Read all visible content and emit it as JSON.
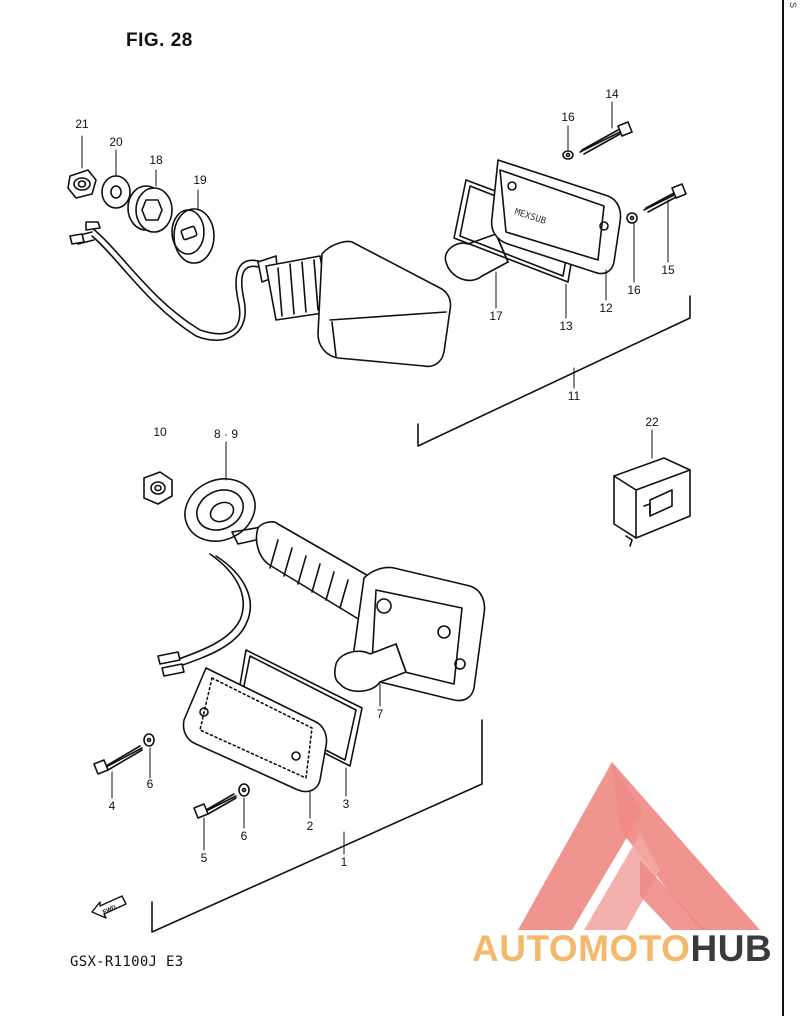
{
  "figure": {
    "title": "FIG. 28",
    "model": "GSX-R1100J  E3"
  },
  "fwd_arrow": {
    "text": "FWD"
  },
  "callouts": [
    {
      "id": "21",
      "label": "21"
    },
    {
      "id": "20",
      "label": "20"
    },
    {
      "id": "18",
      "label": "18"
    },
    {
      "id": "19",
      "label": "19"
    },
    {
      "id": "16a",
      "label": "16"
    },
    {
      "id": "14",
      "label": "14"
    },
    {
      "id": "15",
      "label": "15"
    },
    {
      "id": "16b",
      "label": "16"
    },
    {
      "id": "12",
      "label": "12"
    },
    {
      "id": "13",
      "label": "13"
    },
    {
      "id": "17",
      "label": "17"
    },
    {
      "id": "11",
      "label": "11"
    },
    {
      "id": "10",
      "label": "10"
    },
    {
      "id": "89",
      "label": "8 · 9"
    },
    {
      "id": "22",
      "label": "22"
    },
    {
      "id": "7",
      "label": "7"
    },
    {
      "id": "4",
      "label": "4"
    },
    {
      "id": "6a",
      "label": "6"
    },
    {
      "id": "6b",
      "label": "6"
    },
    {
      "id": "5",
      "label": "5"
    },
    {
      "id": "2",
      "label": "2"
    },
    {
      "id": "3",
      "label": "3"
    },
    {
      "id": "1",
      "label": "1"
    }
  ],
  "watermark": {
    "part1": "AUTOMOTO",
    "part2": "HUB",
    "logo": "triangle-m-logo",
    "colors": {
      "triangle": "#ef8b87",
      "text_primary": "#f5b86a",
      "text_secondary": "#3a3a3a"
    }
  },
  "corner_mark": "S"
}
